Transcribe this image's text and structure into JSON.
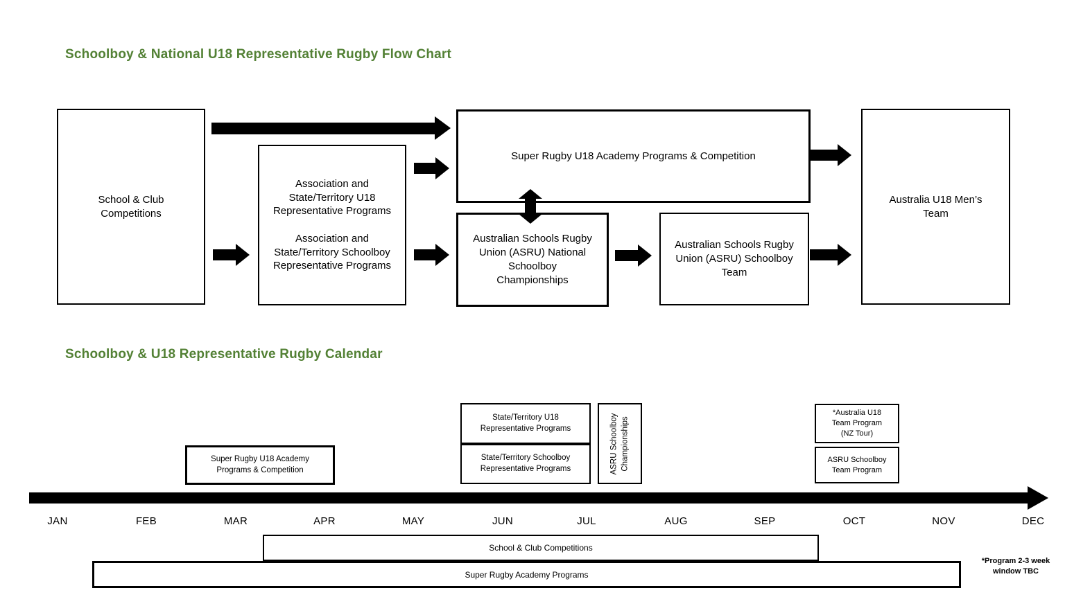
{
  "colors": {
    "title_green": "#538135",
    "shape_black": "#000000"
  },
  "flowchart": {
    "title": "Schoolboy & National U18 Representative Rugby Flow Chart",
    "boxes": {
      "school_club": "School & Club\nCompetitions",
      "association": "Association and\nState/Territory U18\nRepresentative Programs\n\nAssociation and\nState/Territory Schoolboy\nRepresentative Programs",
      "super_rugby": "Super Rugby U18 Academy Programs & Competition",
      "asru_champs": "Australian Schools Rugby\nUnion (ASRU) National\nSchoolboy\nChampionships",
      "asru_team": "Australian Schools Rugby\nUnion (ASRU) Schoolboy\nTeam",
      "australia_u18": "Australia U18 Men’s\nTeam"
    }
  },
  "calendar": {
    "title": "Schoolboy & U18 Representative Rugby Calendar",
    "months": [
      "JAN",
      "FEB",
      "MAR",
      "APR",
      "MAY",
      "JUN",
      "JUL",
      "AUG",
      "SEP",
      "OCT",
      "NOV",
      "DEC"
    ],
    "events": {
      "super_rugby_academy": "Super Rugby U18 Academy\nPrograms & Competition",
      "state_u18": "State/Territory U18\nRepresentative Programs",
      "state_schoolboy": "State/Territory Schoolboy\nRepresentative Programs",
      "asru_champs_vertical": "ASRU Schoolboy\nChampionships",
      "australia_u18_tour": "*Australia U18\nTeam Program\n(NZ Tour)",
      "asru_team_program": "ASRU Schoolboy\nTeam Program"
    },
    "bars": {
      "school_club": "School & Club Competitions",
      "super_rugby_academy": "Super Rugby Academy Programs"
    },
    "footnote": "*Program 2-3 week\nwindow TBC"
  }
}
